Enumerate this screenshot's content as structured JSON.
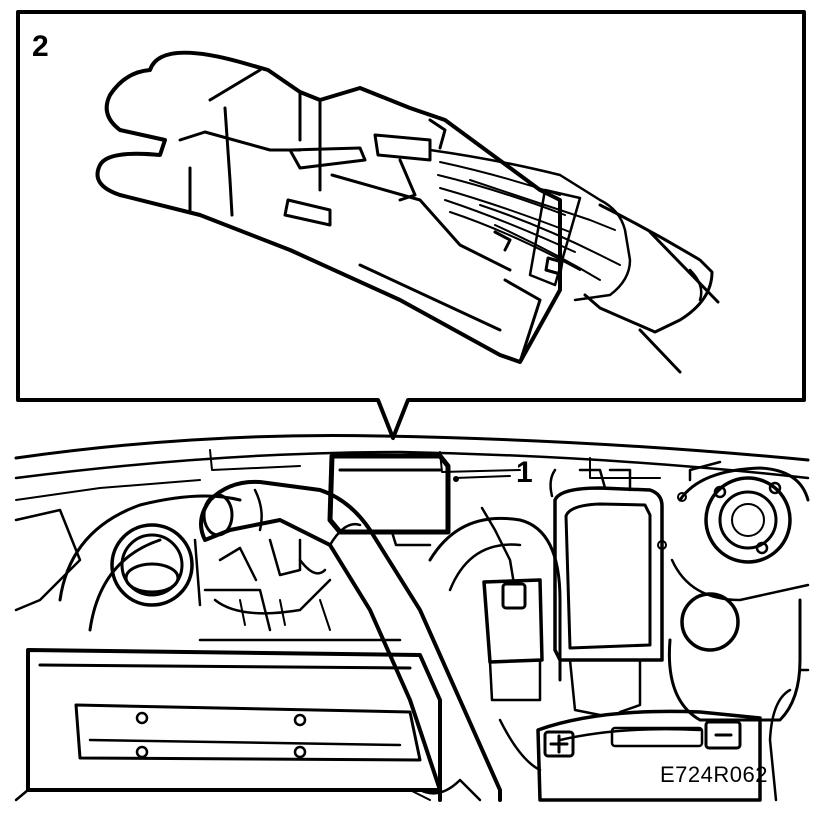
{
  "callouts": {
    "inset_number": "2",
    "pointer_number": "1"
  },
  "figure_code": "E724R062",
  "colors": {
    "ink": "#000000",
    "paper": "#ffffff"
  },
  "icons": {
    "battery_positive": "plus-sign",
    "battery_negative": "minus-sign"
  }
}
